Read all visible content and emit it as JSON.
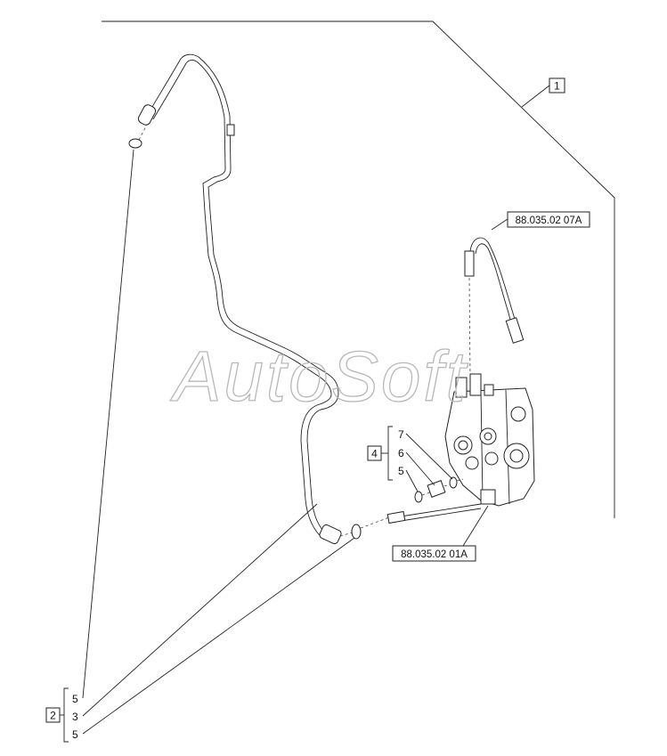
{
  "callouts": {
    "assembly_ref": "1",
    "group_a": "2",
    "group_a_items": [
      "5",
      "3",
      "5"
    ],
    "group_b": "4",
    "group_b_items": [
      "7",
      "6",
      "5"
    ]
  },
  "references": {
    "upper": "88.035.02 07A",
    "lower": "88.035.02 01A"
  },
  "watermark": "AutoSoft",
  "colors": {
    "line": "#222222",
    "watermark": "#b8b8b8",
    "background": "#ffffff"
  }
}
